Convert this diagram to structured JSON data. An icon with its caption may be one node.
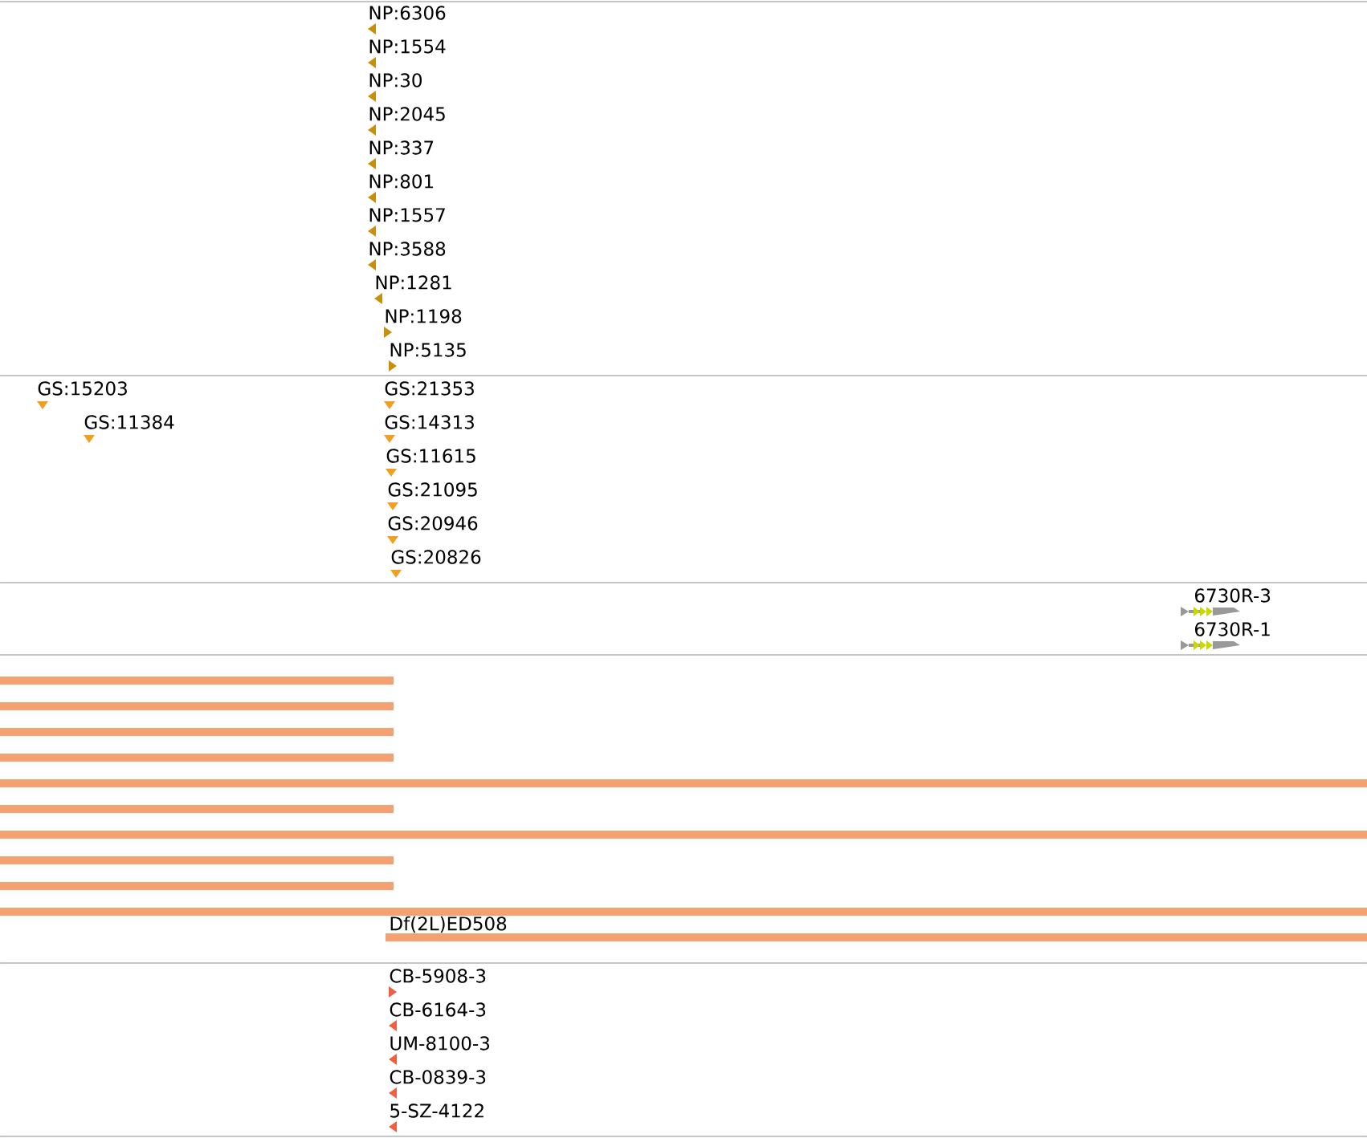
{
  "diagram": {
    "labels": [
      "NP:6306",
      "NP:1554",
      "NP:30",
      "NP:2045",
      "NP:337",
      "NP:801",
      "NP:1557",
      "NP:3588",
      "NP:1281",
      "NP:1198",
      "NP:5135",
      "GS:15203",
      "GS:21353",
      "GS:11384",
      "GS:14313",
      "GS:11615",
      "GS:21095",
      "GS:20946",
      "GS:20826",
      "6730R-3",
      "6730R-1",
      "Df(2L)ED508",
      "CB-5908-3",
      "CB-6164-3",
      "UM-8100-3",
      "CB-0839-3",
      "5-SZ-4122"
    ]
  }
}
